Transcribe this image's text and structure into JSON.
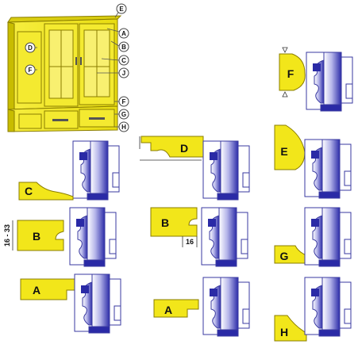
{
  "callouts": {
    "E": "E",
    "A": "A",
    "B": "B",
    "C": "C",
    "J": "J",
    "D": "D",
    "F_left": "F",
    "F_right": "F",
    "G": "G",
    "H": "H"
  },
  "profiles": [
    {
      "id": "F_top",
      "label": "F"
    },
    {
      "id": "D",
      "label": "D"
    },
    {
      "id": "E",
      "label": "E"
    },
    {
      "id": "C",
      "label": "C"
    },
    {
      "id": "B_left",
      "label": "B"
    },
    {
      "id": "B_mid",
      "label": "B"
    },
    {
      "id": "G",
      "label": "G"
    },
    {
      "id": "A_left",
      "label": "A"
    },
    {
      "id": "A_mid",
      "label": "A"
    },
    {
      "id": "H",
      "label": "H"
    }
  ],
  "dimensions": {
    "thickness_range": "16 - 33",
    "thickness_fixed": "16"
  },
  "colors": {
    "yellow": "#f2e61a",
    "blue_dark": "#2a2aa6",
    "blue_light": "#c8c8f0",
    "outline": "#3a3aa0"
  }
}
